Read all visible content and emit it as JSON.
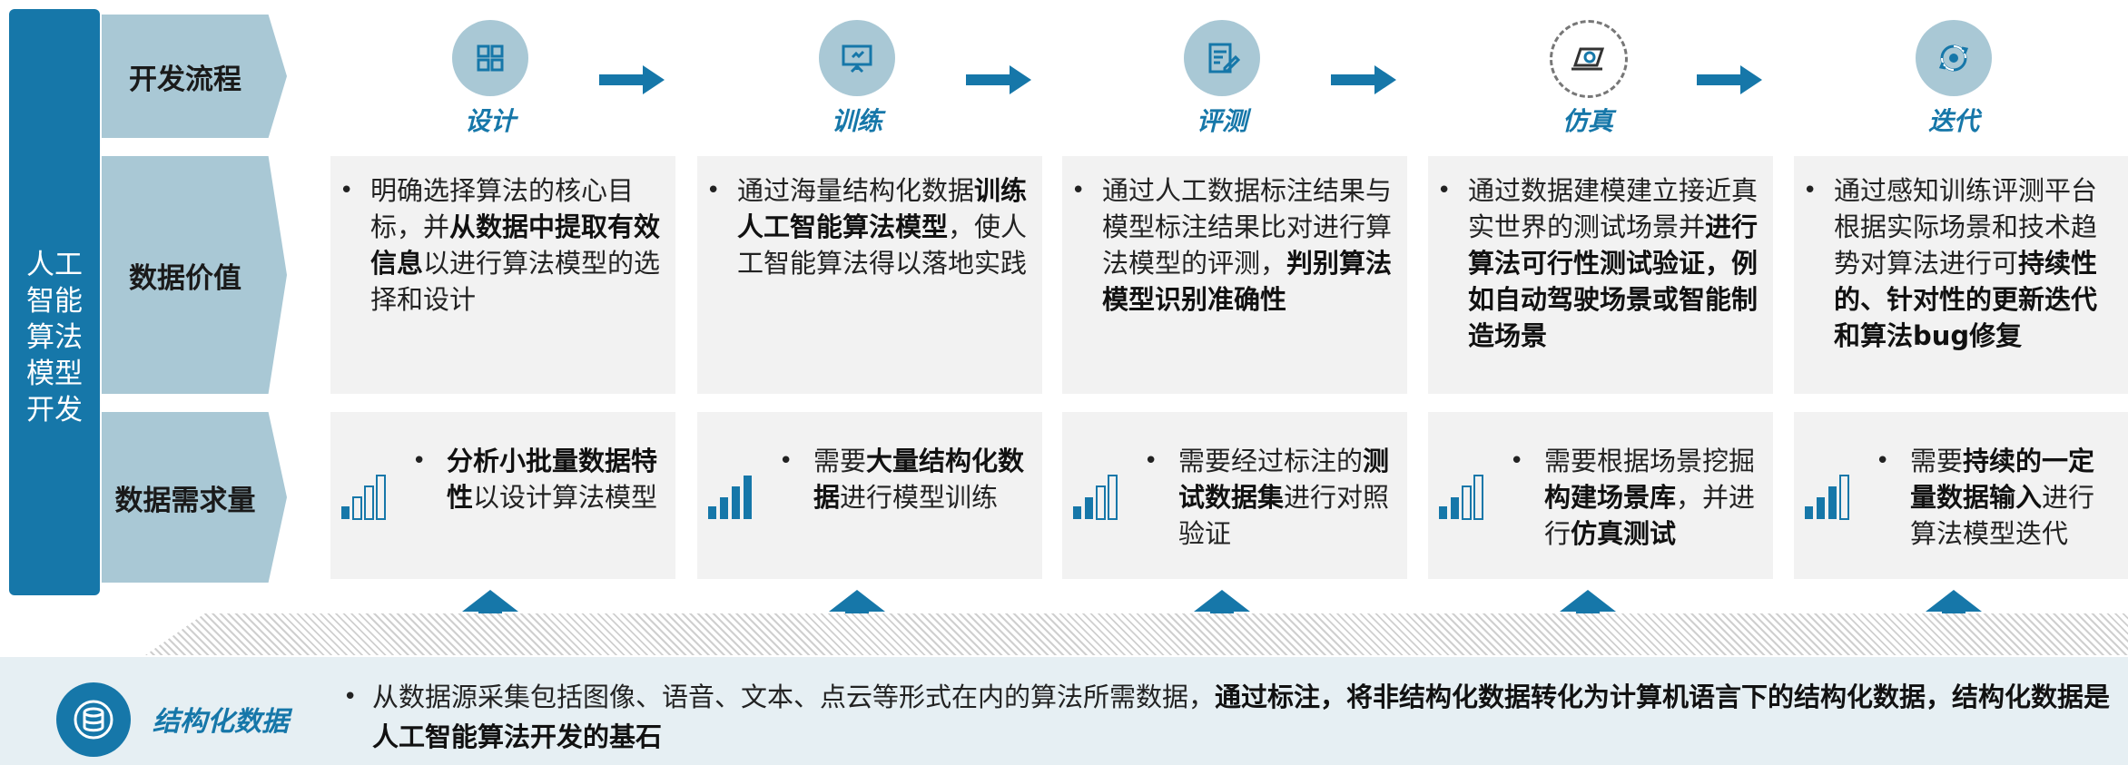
{
  "side_title": [
    "人工",
    "智能",
    "算法",
    "模型",
    "开发"
  ],
  "rows": {
    "flow": "开发流程",
    "value": "数据价值",
    "demand": "数据需求量"
  },
  "steps": [
    {
      "label": "设计",
      "icon": "grid-icon",
      "value_parts": [
        {
          "t": "明确选择算法的核心目标，并",
          "b": false
        },
        {
          "t": "从数据中提取有效信息",
          "b": true
        },
        {
          "t": "以进行算法模型的选择和设计",
          "b": false
        }
      ],
      "demand_parts": [
        {
          "t": "分析小批量数据特性",
          "b": true
        },
        {
          "t": "以设计算法模型",
          "b": false
        }
      ],
      "bar_level": 1
    },
    {
      "label": "训练",
      "icon": "presentation-icon",
      "value_parts": [
        {
          "t": "通过海量结构化数据",
          "b": false
        },
        {
          "t": "训练人工智能算法模型",
          "b": true
        },
        {
          "t": "，使人工智能算法得以落地实践",
          "b": false
        }
      ],
      "demand_parts": [
        {
          "t": "需要",
          "b": false
        },
        {
          "t": "大量结构化数据",
          "b": true
        },
        {
          "t": "进行模型训练",
          "b": false
        }
      ],
      "bar_level": 4
    },
    {
      "label": "评测",
      "icon": "edit-document-icon",
      "value_parts": [
        {
          "t": "通过人工数据标注结果与模型标注结果比对进行算法模型的评测，",
          "b": false
        },
        {
          "t": "判别算法模型识别准确性",
          "b": true
        }
      ],
      "demand_parts": [
        {
          "t": "需要经过标注的",
          "b": false
        },
        {
          "t": "测试数据集",
          "b": true
        },
        {
          "t": "进行对照验证",
          "b": false
        }
      ],
      "bar_level": 2
    },
    {
      "label": "仿真",
      "icon": "laptop-gear-icon",
      "value_parts": [
        {
          "t": "通过数据建模建立接近真实世界的测试场景并",
          "b": false
        },
        {
          "t": "进行算法可行性测试验证，例如自动驾驶场景或智能制造场景",
          "b": true
        }
      ],
      "demand_parts": [
        {
          "t": "需要根据场景挖掘",
          "b": false
        },
        {
          "t": "构建场景库",
          "b": true
        },
        {
          "t": "，并进行",
          "b": false
        },
        {
          "t": "仿真测试",
          "b": true
        }
      ],
      "bar_level": 2
    },
    {
      "label": "迭代",
      "icon": "cycle-icon",
      "value_parts": [
        {
          "t": "通过感知训练评测平台根据实际场景和技术趋势对算法进行可",
          "b": false
        },
        {
          "t": "持续性的、针对性的更新迭代和算法bug修复",
          "b": true
        }
      ],
      "demand_parts": [
        {
          "t": "需要",
          "b": false
        },
        {
          "t": "持续的一定量数据输入",
          "b": true
        },
        {
          "t": "进行算法模型迭代",
          "b": false
        }
      ],
      "bar_level": 3
    }
  ],
  "bottom": {
    "label": "结构化数据",
    "text_parts": [
      {
        "t": "从数据源采集包括图像、语音、文本、点云等形式在内的算法所需数据，",
        "b": false
      },
      {
        "t": "通过标注，将非结构化数据转化为计算机语言下的结构化数据，结构化数据是人工智能算法开发的基石",
        "b": true
      }
    ]
  },
  "colors": {
    "primary": "#1677a9",
    "light": "#a9c8d5",
    "card": "#f2f2f2",
    "band": "#e6eff3"
  }
}
